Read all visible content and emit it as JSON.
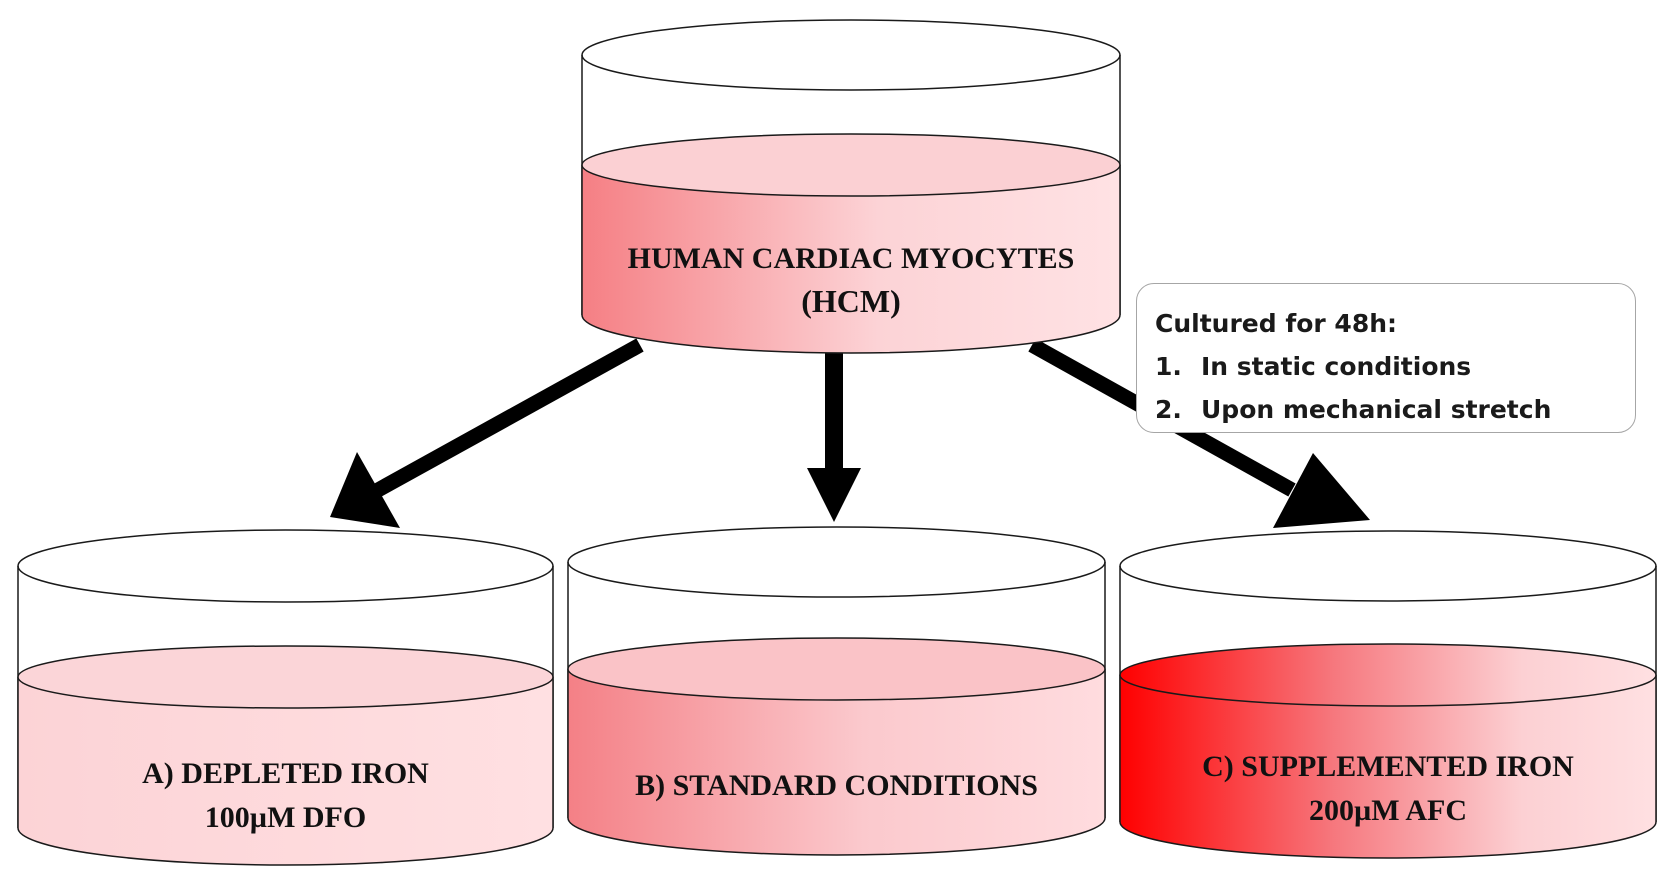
{
  "colors": {
    "outline": "#1a1a1a",
    "arrow": "#000000",
    "medium_light": "#ffd9dc",
    "medium_mid": "#f88e93",
    "medium_dark": "#ff0000",
    "liquid_top": "#fbd0d3"
  },
  "dishes": {
    "top": {
      "line1": "HUMAN CARDIAC MYOCYTES",
      "line2": "(HCM)"
    },
    "a": {
      "line1": "A) DEPLETED IRON",
      "line2": "100µM DFO"
    },
    "b": {
      "line1": "B) STANDARD CONDITIONS"
    },
    "c": {
      "line1": "C) SUPPLEMENTED IRON",
      "line2": "200µM AFC"
    }
  },
  "note": {
    "title": "Cultured for 48h:",
    "items": [
      {
        "num": "1.",
        "text": "In static conditions"
      },
      {
        "num": "2.",
        "text": "Upon mechanical stretch"
      }
    ]
  }
}
